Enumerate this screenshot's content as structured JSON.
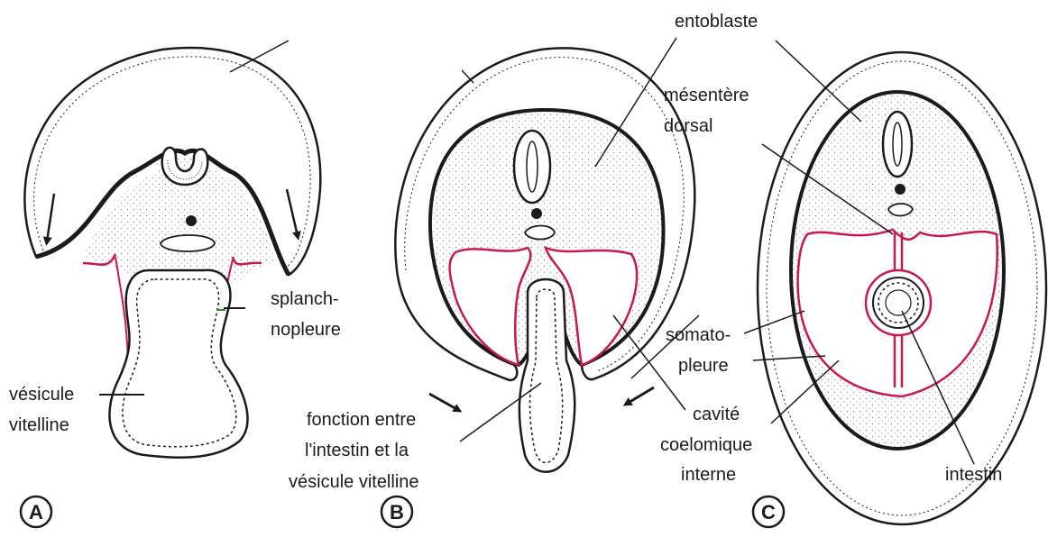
{
  "colors": {
    "ink": "#1b1b1b",
    "mesoderm_line": "#c8194a",
    "stipple": "#8a8a8a",
    "background": "#ffffff"
  },
  "labels": {
    "entoblaste": "entoblaste",
    "mesentere_1": "mésentère",
    "mesentere_2": "dorsal",
    "splanch_1": "splanch-",
    "splanch_2": "nopleure",
    "vesicule_1": "vésicule",
    "vesicule_2": "vitelline",
    "fonction_1": "fonction entre",
    "fonction_2": "l'intestin et la",
    "fonction_3": "vésicule vitelline",
    "somato_1": "somato-",
    "somato_2": "pleure",
    "cavite_1": "cavité",
    "cavite_2": "coelomique",
    "cavite_3": "interne",
    "intestin": "intestin"
  },
  "panels": [
    "A",
    "B",
    "C"
  ]
}
